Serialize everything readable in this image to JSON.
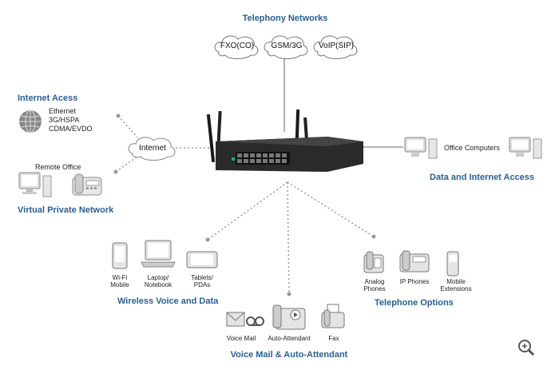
{
  "telephony": {
    "title": "Telephony Networks",
    "clouds": [
      "FXO(CO)",
      "GSM/3G",
      "VoIP(SIP)"
    ]
  },
  "internet_access": {
    "title": "Internet Acess",
    "items": [
      "Ethernet",
      "3G/HSPA",
      "CDMA/EVDO"
    ]
  },
  "internet_cloud": {
    "label": "Internet"
  },
  "vpn": {
    "title": "Virtual Private Network",
    "remote_office": "Remote Office"
  },
  "data_access": {
    "title": "Data and Internet Access",
    "office_computers": "Office Computers"
  },
  "wireless": {
    "title": "Wireless Voice and Data",
    "devices": [
      {
        "line1": "Wi-Fi",
        "line2": "Mobile"
      },
      {
        "line1": "Laptop/",
        "line2": "Notebook"
      },
      {
        "line1": "Tablets/",
        "line2": "PDAs"
      }
    ]
  },
  "telephone_options": {
    "title": "Telephone Options",
    "devices": [
      {
        "line1": "Analog",
        "line2": "Phones"
      },
      {
        "line1": "IP Phones",
        "line2": ""
      },
      {
        "line1": "Mobile",
        "line2": "Extensions"
      }
    ]
  },
  "voicemail": {
    "title": "Voice Mail & Auto-Attendant",
    "items": [
      "Voice Mail",
      "Auto-Attendant",
      "Fax"
    ]
  },
  "colors": {
    "title_blue": "#2a5f8f",
    "line_gray": "#9a9a9a"
  }
}
